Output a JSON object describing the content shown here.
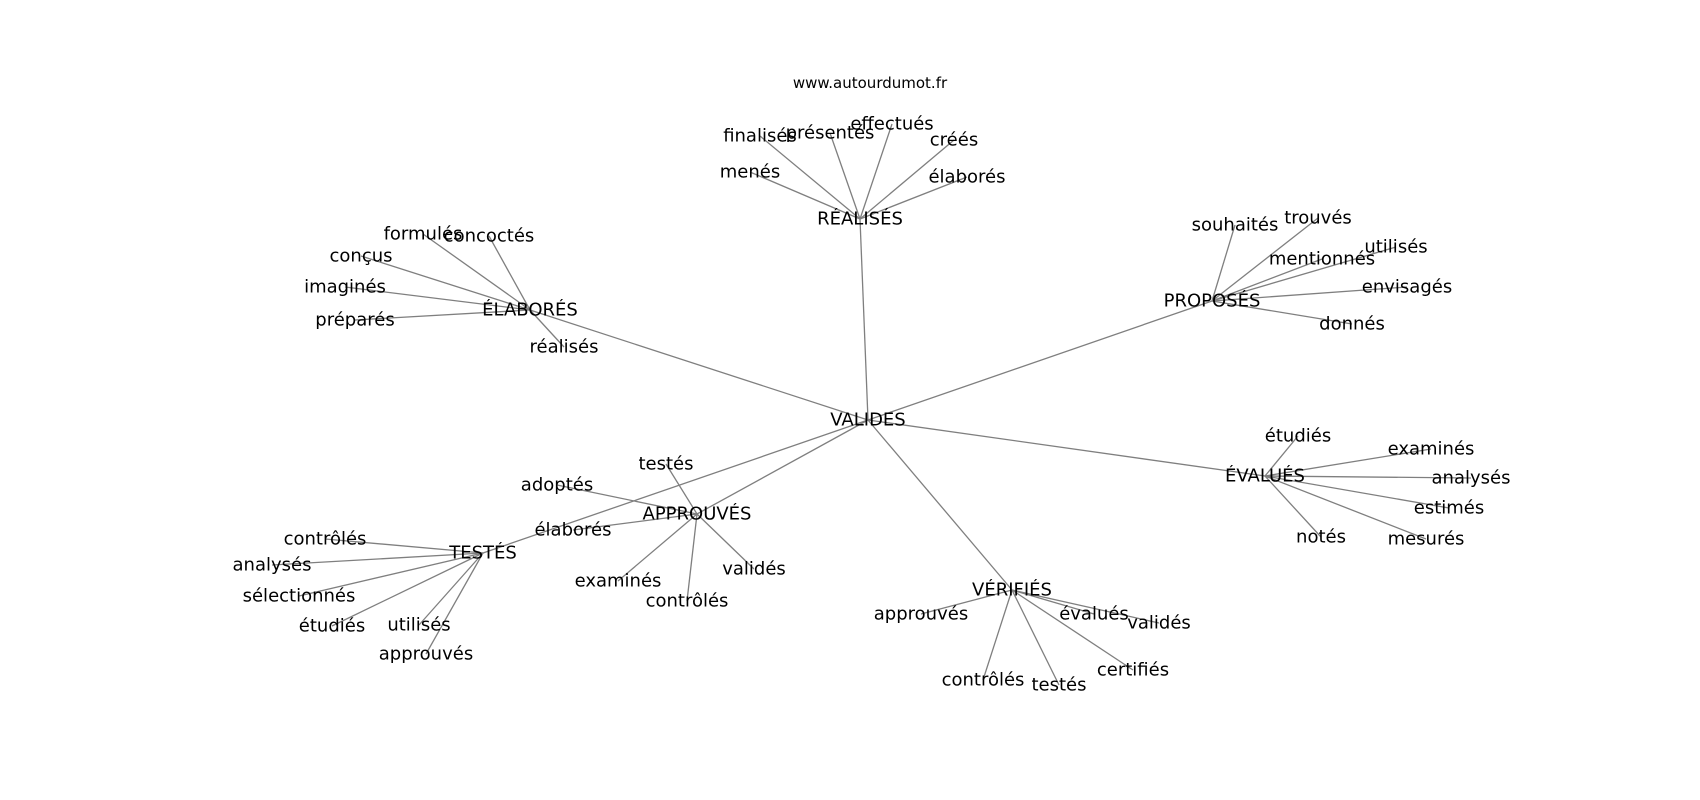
{
  "header": {
    "site": "www.autourdumot.fr"
  },
  "graph": {
    "center": {
      "label": "VALIDES"
    },
    "groups": [
      {
        "id": "realises",
        "label": "RÉALISÉS",
        "leaves": [
          "finalisés",
          "présentés",
          "effectués",
          "créés",
          "menés",
          "élaborés"
        ]
      },
      {
        "id": "elabores",
        "label": "ÉLABORÉS",
        "leaves": [
          "formulés",
          "concoctés",
          "conçus",
          "imaginés",
          "préparés",
          "réalisés"
        ]
      },
      {
        "id": "proposes",
        "label": "PROPOSÉS",
        "leaves": [
          "souhaités",
          "trouvés",
          "utilisés",
          "mentionnés",
          "envisagés",
          "donnés"
        ]
      },
      {
        "id": "evalues",
        "label": "ÉVALUÉS",
        "leaves": [
          "étudiés",
          "examinés",
          "analysés",
          "estimés",
          "notés",
          "mesurés"
        ]
      },
      {
        "id": "approuves",
        "label": "APPROUVÉS",
        "leaves": [
          "testés",
          "adoptés",
          "élaborés",
          "examinés",
          "validés",
          "contrôlés"
        ]
      },
      {
        "id": "testes",
        "label": "TESTÉS",
        "leaves": [
          "contrôlés",
          "analysés",
          "sélectionnés",
          "étudiés",
          "utilisés",
          "approuvés"
        ]
      },
      {
        "id": "verifies",
        "label": "VÉRIFIÉS",
        "leaves": [
          "approuvés",
          "évalués",
          "validés",
          "certifiés",
          "contrôlés",
          "testés"
        ]
      }
    ]
  }
}
